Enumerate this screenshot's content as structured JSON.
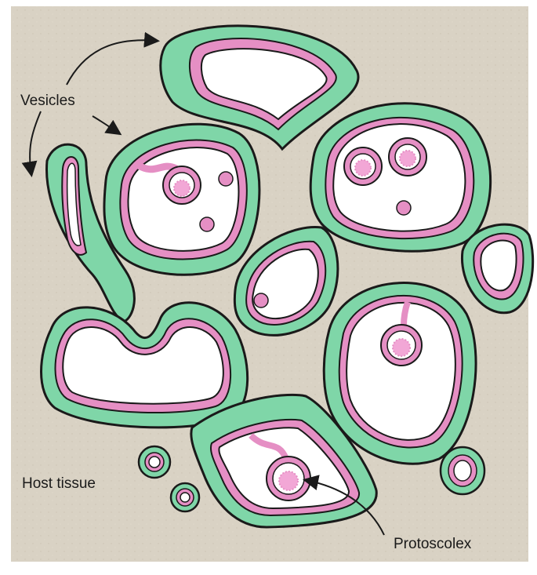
{
  "diagram": {
    "labels": {
      "vesicles": "Vesicles",
      "host_tissue": "Host tissue",
      "protoscolex": "Protoscolex"
    },
    "structures": [
      "vesicle-top",
      "vesicle-left-center",
      "vesicle-right-upper",
      "vesicle-center-teardrop",
      "vesicle-right-small",
      "vesicle-right-lower",
      "vesicle-bottom-left-u",
      "vesicle-bottom-center",
      "tubular-vesicle",
      "small-vesicle-1",
      "small-vesicle-2",
      "small-vesicle-3"
    ],
    "colors": {
      "background": "#d9d2c4",
      "outer_layer": "#7fd6a8",
      "inner_layer": "#e58fc4",
      "lumen": "#ffffff",
      "outline": "#1a1a1a",
      "protoscolex_core": "#f2a7d6"
    }
  }
}
